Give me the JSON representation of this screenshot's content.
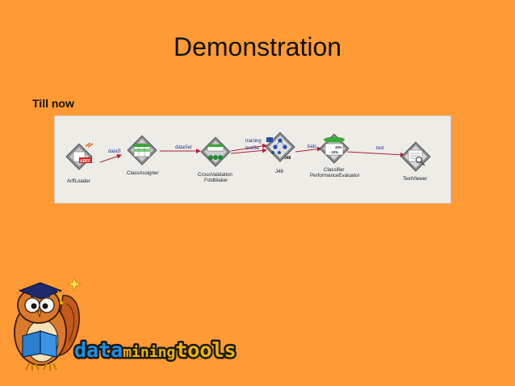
{
  "slide": {
    "title": "Demonstration",
    "subtitle": "Till now"
  },
  "flow": {
    "nodes": [
      {
        "id": "arff-loader",
        "label": "ArffLoader"
      },
      {
        "id": "class-assigner",
        "label": "ClassAssigner"
      },
      {
        "id": "cross-validation",
        "label_line1": "CrossValidation",
        "label_line2": "FoldMaker"
      },
      {
        "id": "j48",
        "label": "J48"
      },
      {
        "id": "classifier-eval",
        "label_line1": "Classifier",
        "label_line2": "PerformanceEvaluator"
      },
      {
        "id": "text-viewer",
        "label": "TextViewer"
      }
    ],
    "connections": [
      {
        "label": "dataS"
      },
      {
        "label": "dataSet"
      },
      {
        "label_line1": "training",
        "label_line2": "testSe"
      },
      {
        "label": "batc"
      },
      {
        "label": "text"
      }
    ],
    "icon_text": {
      "arff": "ARFF",
      "j48": "J48",
      "eval_line1": "10%",
      "eval_line2": "- 10%"
    }
  },
  "logo": {
    "word_parts": [
      "data",
      "mining",
      "tools"
    ],
    "colors": {
      "data": "#1E90E0",
      "mining": "#F2B400",
      "tools": "#F2B400",
      "outline": "#1a1a1a"
    }
  },
  "colors": {
    "background": "#FF9A35",
    "diagram_bg": "#EDECE7",
    "arrow": "#B0203A"
  }
}
